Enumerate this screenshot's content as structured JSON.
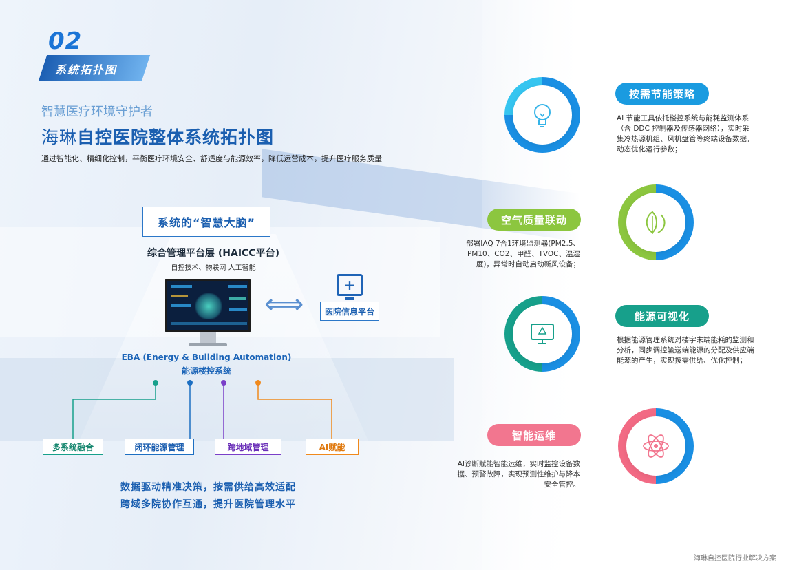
{
  "section": {
    "number": "02",
    "tag": "系统拓扑图"
  },
  "header": {
    "subtitle": "智慧医疗环境守护者",
    "title_prefix": "海琳",
    "title_main": "自控医院整体系统拓扑图",
    "desc": "通过智能化、精细化控制，平衡医疗环境安全、舒适度与能源效率，降低运营成本，提升医疗服务质量"
  },
  "diagram": {
    "brain_label": "系统的“智慧大脑”",
    "platform_label": "综合管理平台层 (HAICC平台)",
    "platform_sub": "自控技术、物联网 人工智能",
    "hospital_platform": "医院信息平台",
    "eba_label": "EBA (Energy & Building Automation)",
    "eba_sub": "能源楼控系统",
    "tags": [
      "多系统融合",
      "闭环能源管理",
      "跨地域管理",
      "AI赋能"
    ],
    "tag_colors": [
      "#17a08b",
      "#1d6fc2",
      "#7a3fc8",
      "#f0891c"
    ],
    "summary": [
      "数据驱动精准决策，按需供给高效适配",
      "跨域多院协作互通，提升医院管理水平"
    ]
  },
  "features": [
    {
      "title": "按需节能策略",
      "icon": "lightbulb-icon",
      "color": "#1a9be0",
      "text": "AI 节能工具依托楼控系统与能耗监测体系（含 DDC 控制器及传感器网络），实时采集冷热源机组、风机盘管等终端设备数据，动态优化运行参数；"
    },
    {
      "title": "空气质量联动",
      "icon": "leaf-icon",
      "color": "#8cc63f",
      "text": "部署IAQ 7合1环境监测器(PM2.5、PM10、CO2、甲醛、TVOC、温湿度)，异常时自动启动新风设备；"
    },
    {
      "title": "能源可视化",
      "icon": "monitor-recycle-icon",
      "color": "#17a08b",
      "text": "根据能源管理系统对楼宇末端能耗的监测和分析，同步调控输送端能源的分配及供应端能源的产生，实现按需供给、优化控制；"
    },
    {
      "title": "智能运维",
      "icon": "atom-icon",
      "color": "#f2768f",
      "text": "AI诊断赋能智能运维，实时监控设备数据、预警故障，实现预测性维护与降本安全管控。"
    }
  ],
  "footer": "海琳自控医院行业解决方案"
}
